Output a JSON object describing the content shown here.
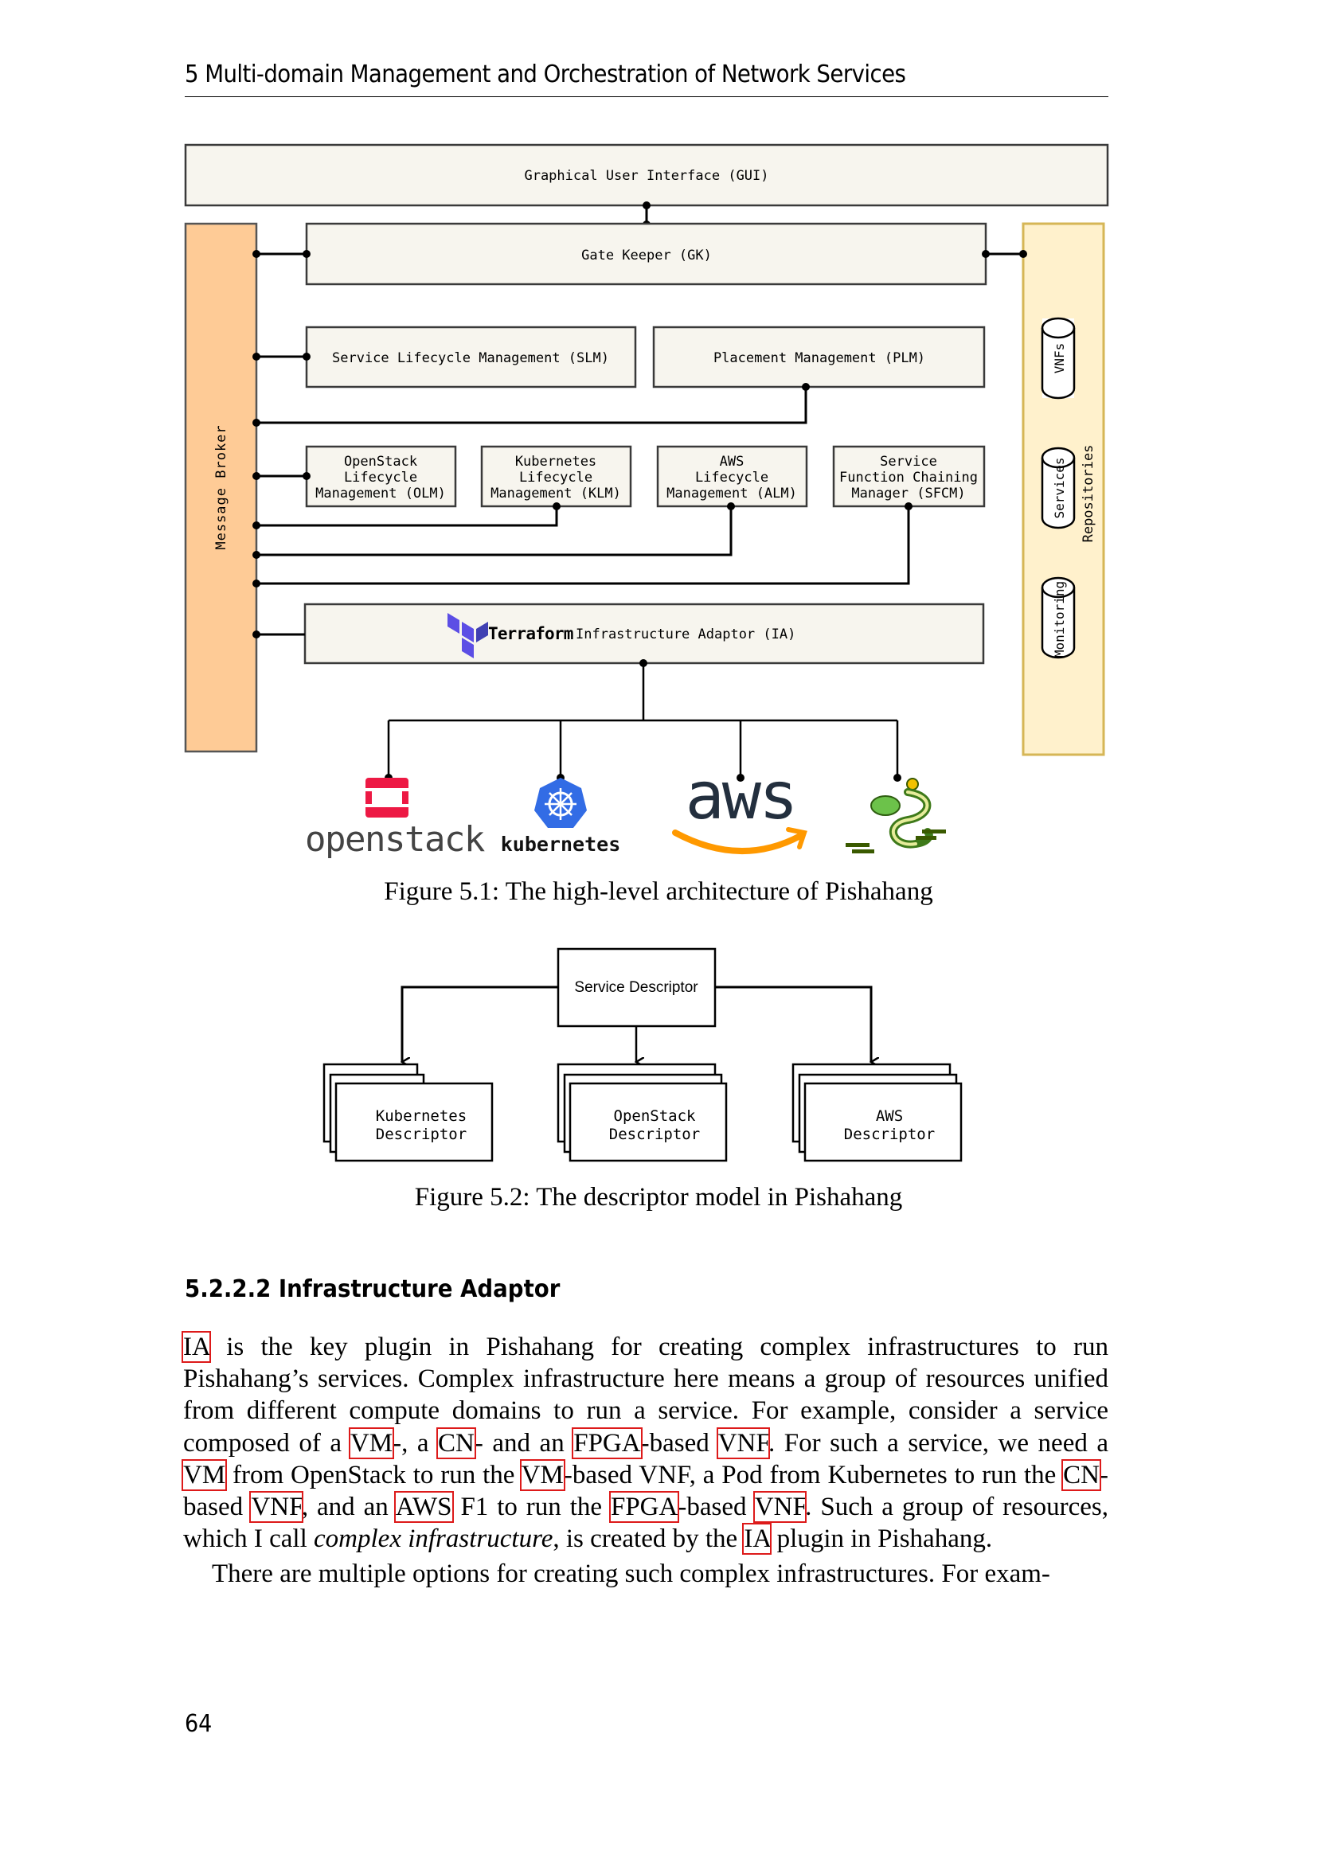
{
  "running_header": "5 Multi-domain Management and Orchestration of Network Services",
  "figure1": {
    "caption": "Figure 5.1: The high-level architecture of Pishahang",
    "gui": "Graphical User Interface (GUI)",
    "gatekeeper": "Gate Keeper (GK)",
    "slm": "Service Lifecycle Management (SLM)",
    "plm": "Placement Management (PLM)",
    "message_broker": "Message Broker",
    "olm": [
      "OpenStack",
      "Lifecycle",
      "Management (OLM)"
    ],
    "klm": [
      "Kubernetes",
      "Lifecycle",
      "Management (KLM)"
    ],
    "alm": [
      "AWS",
      "Lifecycle",
      "Management (ALM)"
    ],
    "sfcm": [
      "Service",
      "Function Chaining",
      "Manager (SFCM)"
    ],
    "ia_logo": "Terraform",
    "ia": "Infrastructure Adaptor (IA)",
    "repositories": "Repositories",
    "repos": [
      "VNFs",
      "Services",
      "Monitoring"
    ],
    "backends": {
      "openstack": "openstack",
      "kubernetes": "kubernetes",
      "aws": "aws"
    },
    "colors": {
      "box_fill": "#f7f5ee",
      "box_stroke": "#3a3a3a",
      "broker_fill": "#fecb96",
      "repo_fill": "#fff1cc",
      "repo_stroke": "#d6b656",
      "terraform": "#5c4ee5",
      "openstack_red": "#ed1944",
      "k8s_blue": "#326ce5",
      "aws_dark": "#232f3e",
      "aws_orange": "#ff9900"
    }
  },
  "figure2": {
    "caption": "Figure 5.2: The descriptor model in Pishahang",
    "root": "Service Descriptor",
    "children": [
      [
        "Kubernetes",
        "Descriptor"
      ],
      [
        "OpenStack",
        "Descriptor"
      ],
      [
        "AWS",
        "Descriptor"
      ]
    ]
  },
  "section": {
    "number_title": "5.2.2.2  Infrastructure Adaptor"
  },
  "paragraph1": {
    "t0": "IA",
    "t1": " is the key plugin in Pishahang for creating complex infrastructures to run Pishahang’s services.  Complex infrastructure here means a group of resources unified from different compute domains to run a service. For example, consider a service composed of a ",
    "t2": "VM",
    "t3": "-, a ",
    "t4": "CN",
    "t5": "- and an ",
    "t6": "FPGA",
    "t7": "-based ",
    "t8": "VNF",
    "t9": ". For such a service, we need a ",
    "t10": "VM",
    "t11": " from OpenStack to run the ",
    "t12": "VM",
    "t13": "-based VNF, a Pod from Kubernetes to run the ",
    "t14": "CN",
    "t15": "-based ",
    "t16": "VNF",
    "t17": ", and an ",
    "t18": "AWS",
    "t19": " F1 to run the ",
    "t20": "FPGA",
    "t21": "-based ",
    "t22": "VNF",
    "t23": ".  Such a group of resources, which I call ",
    "t24": "complex infrastructure",
    "t25": ", is created by the ",
    "t26": "IA",
    "t27": " plugin in Pishahang."
  },
  "paragraph2": "There are multiple options for creating such complex infrastructures.  For exam-",
  "page_number": "64",
  "link_color": "#dd1a1a"
}
